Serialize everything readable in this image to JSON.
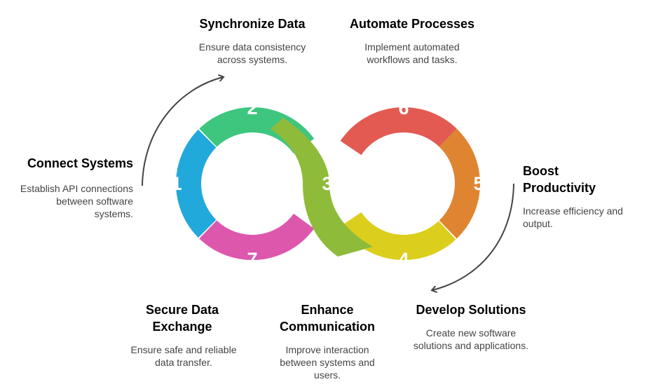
{
  "steps": [
    {
      "number": "1",
      "title": "Connect Systems",
      "description": "Establish API connections between software systems.",
      "color": "#22a9dc"
    },
    {
      "number": "2",
      "title": "Synchronize Data",
      "description": "Ensure data consistency across systems.",
      "color": "#3ec67e"
    },
    {
      "number": "3",
      "title": "Enhance Communication",
      "description": "Improve interaction between systems and users.",
      "color": "#8fbb3a"
    },
    {
      "number": "4",
      "title": "Develop Solutions",
      "description": "Create new software solutions and applications.",
      "color": "#dcce1d"
    },
    {
      "number": "5",
      "title": "Boost Productivity",
      "description": "Increase efficiency and output.",
      "color": "#df8531"
    },
    {
      "number": "6",
      "title": "Automate Processes",
      "description": "Implement automated workflows and tasks.",
      "color": "#e25a52"
    },
    {
      "number": "7",
      "title": "Secure Data Exchange",
      "description": "Ensure safe and reliable data transfer.",
      "color": "#dd57ad"
    }
  ],
  "colors": {
    "arrow": "#444444"
  }
}
